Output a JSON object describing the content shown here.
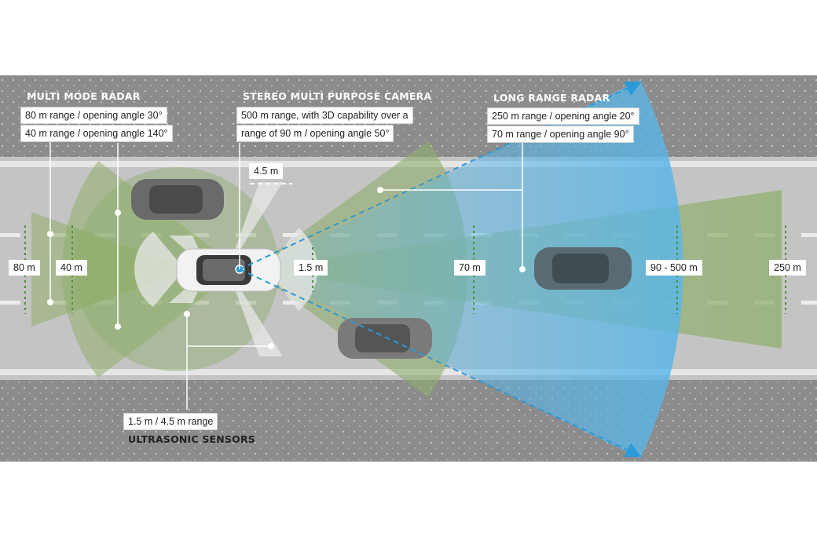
{
  "sensors": {
    "multi_mode_radar": {
      "title": "MULTI MODE RADAR",
      "line1": "80 m range / opening angle 30°",
      "line2": "40 m range / opening angle 140°"
    },
    "stereo_camera": {
      "title": "STEREO MULTI PURPOSE CAMERA",
      "line1": "500 m range, with 3D capability over a",
      "line2": "range of 90 m / opening angle 50°"
    },
    "long_range_radar": {
      "title": "LONG RANGE RADAR",
      "line1": "250 m range / opening angle 20°",
      "line2": "70 m range / opening angle 90°"
    },
    "ultrasonic": {
      "title": "ULTRASONIC SENSORS",
      "line1": "1.5 m / 4.5 m range"
    }
  },
  "distances": {
    "d_4_5": "4.5 m",
    "d_80": "80 m",
    "d_40": "40 m",
    "d_1_5": "1.5 m",
    "d_70": "70 m",
    "d_90_500": "90 - 500 m",
    "d_250": "250 m"
  },
  "colors": {
    "road": "#c4c4c4",
    "green_zone": "#8fae6c",
    "blue_zone": "#5ab6e8",
    "arrow": "#2a9ad8"
  }
}
